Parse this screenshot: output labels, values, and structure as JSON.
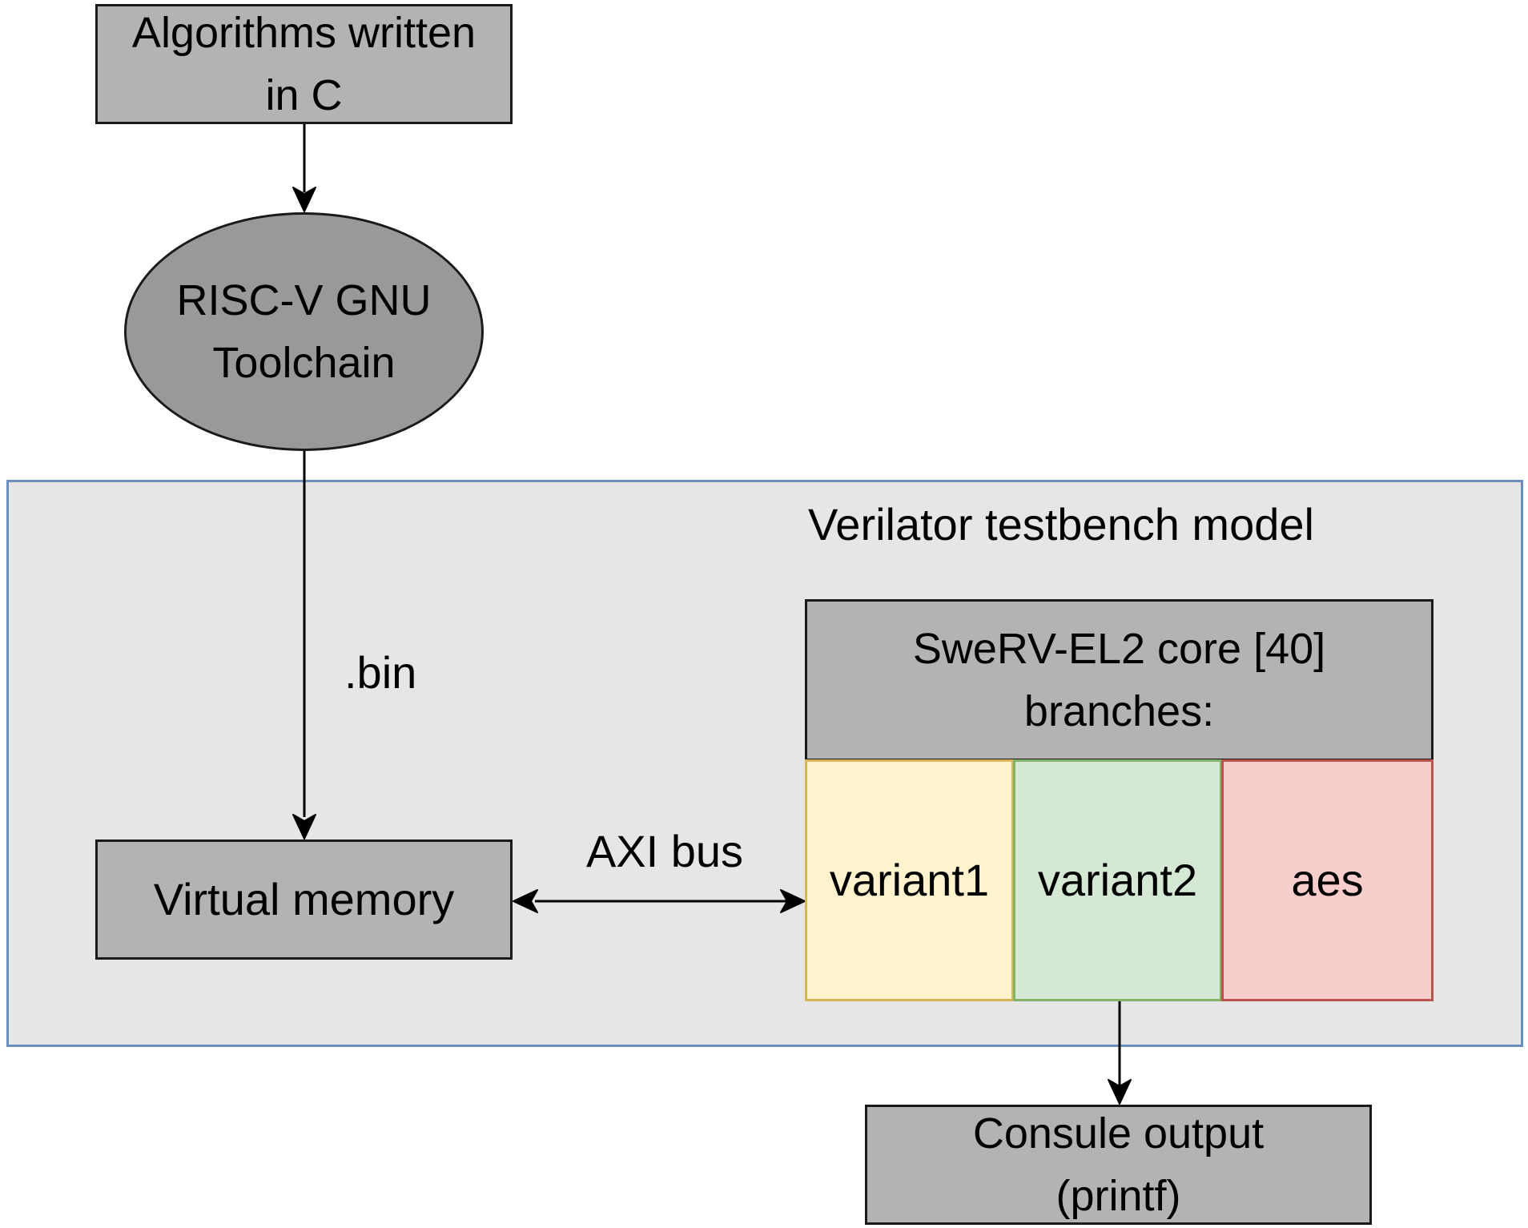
{
  "nodes": {
    "algorithms": {
      "line1": "Algorithms written",
      "line2": "in C"
    },
    "toolchain": {
      "line1": "RISC-V GNU",
      "line2": "Toolchain"
    },
    "testbench": {
      "title": "Verilator testbench model"
    },
    "virtual_memory": {
      "label": "Virtual memory"
    },
    "core": {
      "line1": "SweRV-EL2 core [40]",
      "line2": "branches:"
    },
    "branches": [
      {
        "label": "variant1",
        "fill": "#fff2cc",
        "stroke": "#d6b656"
      },
      {
        "label": "variant2",
        "fill": "#d5e8d4",
        "stroke": "#82b366"
      },
      {
        "label": "aes",
        "fill": "#f8cecc",
        "stroke": "#b85450"
      }
    ],
    "console": {
      "line1": "Consule output",
      "line2": "(printf)"
    }
  },
  "edges": {
    "bin_label": ".bin",
    "axi_label": "AXI bus"
  },
  "colors": {
    "container_fill": "#e6e6e6",
    "container_stroke": "#6c8ebf",
    "box_fill": "#b3b3b3",
    "ellipse_fill": "#999999",
    "stroke": "#1a1a1a"
  }
}
